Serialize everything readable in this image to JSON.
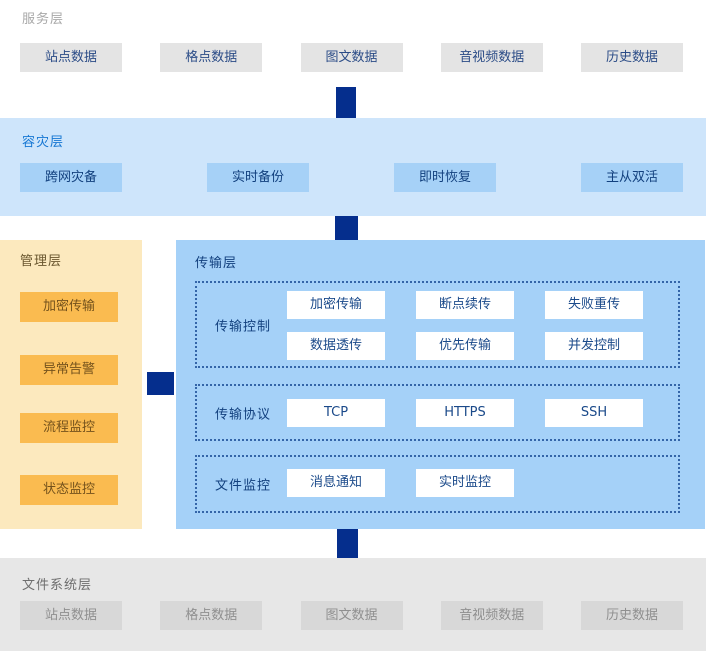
{
  "colors": {
    "connector_navy": "#052E8D",
    "service_title": "#A8A8A8",
    "service_box_bg": "#E4E4E4",
    "service_box_text": "#2B4C87",
    "disaster_band_bg": "#CEE5FB",
    "disaster_title": "#1677D3",
    "disaster_box_bg": "#A6D1F7",
    "disaster_box_text": "#12407E",
    "management_panel_bg": "#FCE9BE",
    "management_title": "#6A572F",
    "management_box_bg": "#FABB50",
    "management_box_text": "#74521C",
    "transport_panel_bg": "#A5D1F8",
    "transport_title": "#12407E",
    "transport_dotted_border": "#3465A8",
    "transport_box_bg": "#FFFFFF",
    "transport_box_text": "#1B4A8A",
    "filesystem_band_bg": "#E7E7E7",
    "filesystem_title": "#6E6E6E",
    "filesystem_box_bg": "#D8D8D8",
    "filesystem_box_text": "#8F8F8F"
  },
  "layers": {
    "service": {
      "title": "服务层",
      "boxes": [
        "站点数据",
        "格点数据",
        "图文数据",
        "音视频数据",
        "历史数据"
      ]
    },
    "disaster": {
      "title": "容灾层",
      "boxes": [
        "跨网灾备",
        "实时备份",
        "即时恢复",
        "主从双活"
      ]
    },
    "management": {
      "title": "管理层",
      "boxes": [
        "加密传输",
        "异常告警",
        "流程监控",
        "状态监控"
      ]
    },
    "transport": {
      "title": "传输层",
      "sections": [
        {
          "label": "传输控制",
          "rows": [
            [
              "加密传输",
              "断点续传",
              "失败重传"
            ],
            [
              "数据透传",
              "优先传输",
              "并发控制"
            ]
          ]
        },
        {
          "label": "传输协议",
          "rows": [
            [
              "TCP",
              "HTTPS",
              "SSH"
            ]
          ]
        },
        {
          "label": "文件监控",
          "rows": [
            [
              "消息通知",
              "实时监控"
            ]
          ]
        }
      ]
    },
    "filesystem": {
      "title": "文件系统层",
      "boxes": [
        "站点数据",
        "格点数据",
        "图文数据",
        "音视频数据",
        "历史数据"
      ]
    }
  }
}
